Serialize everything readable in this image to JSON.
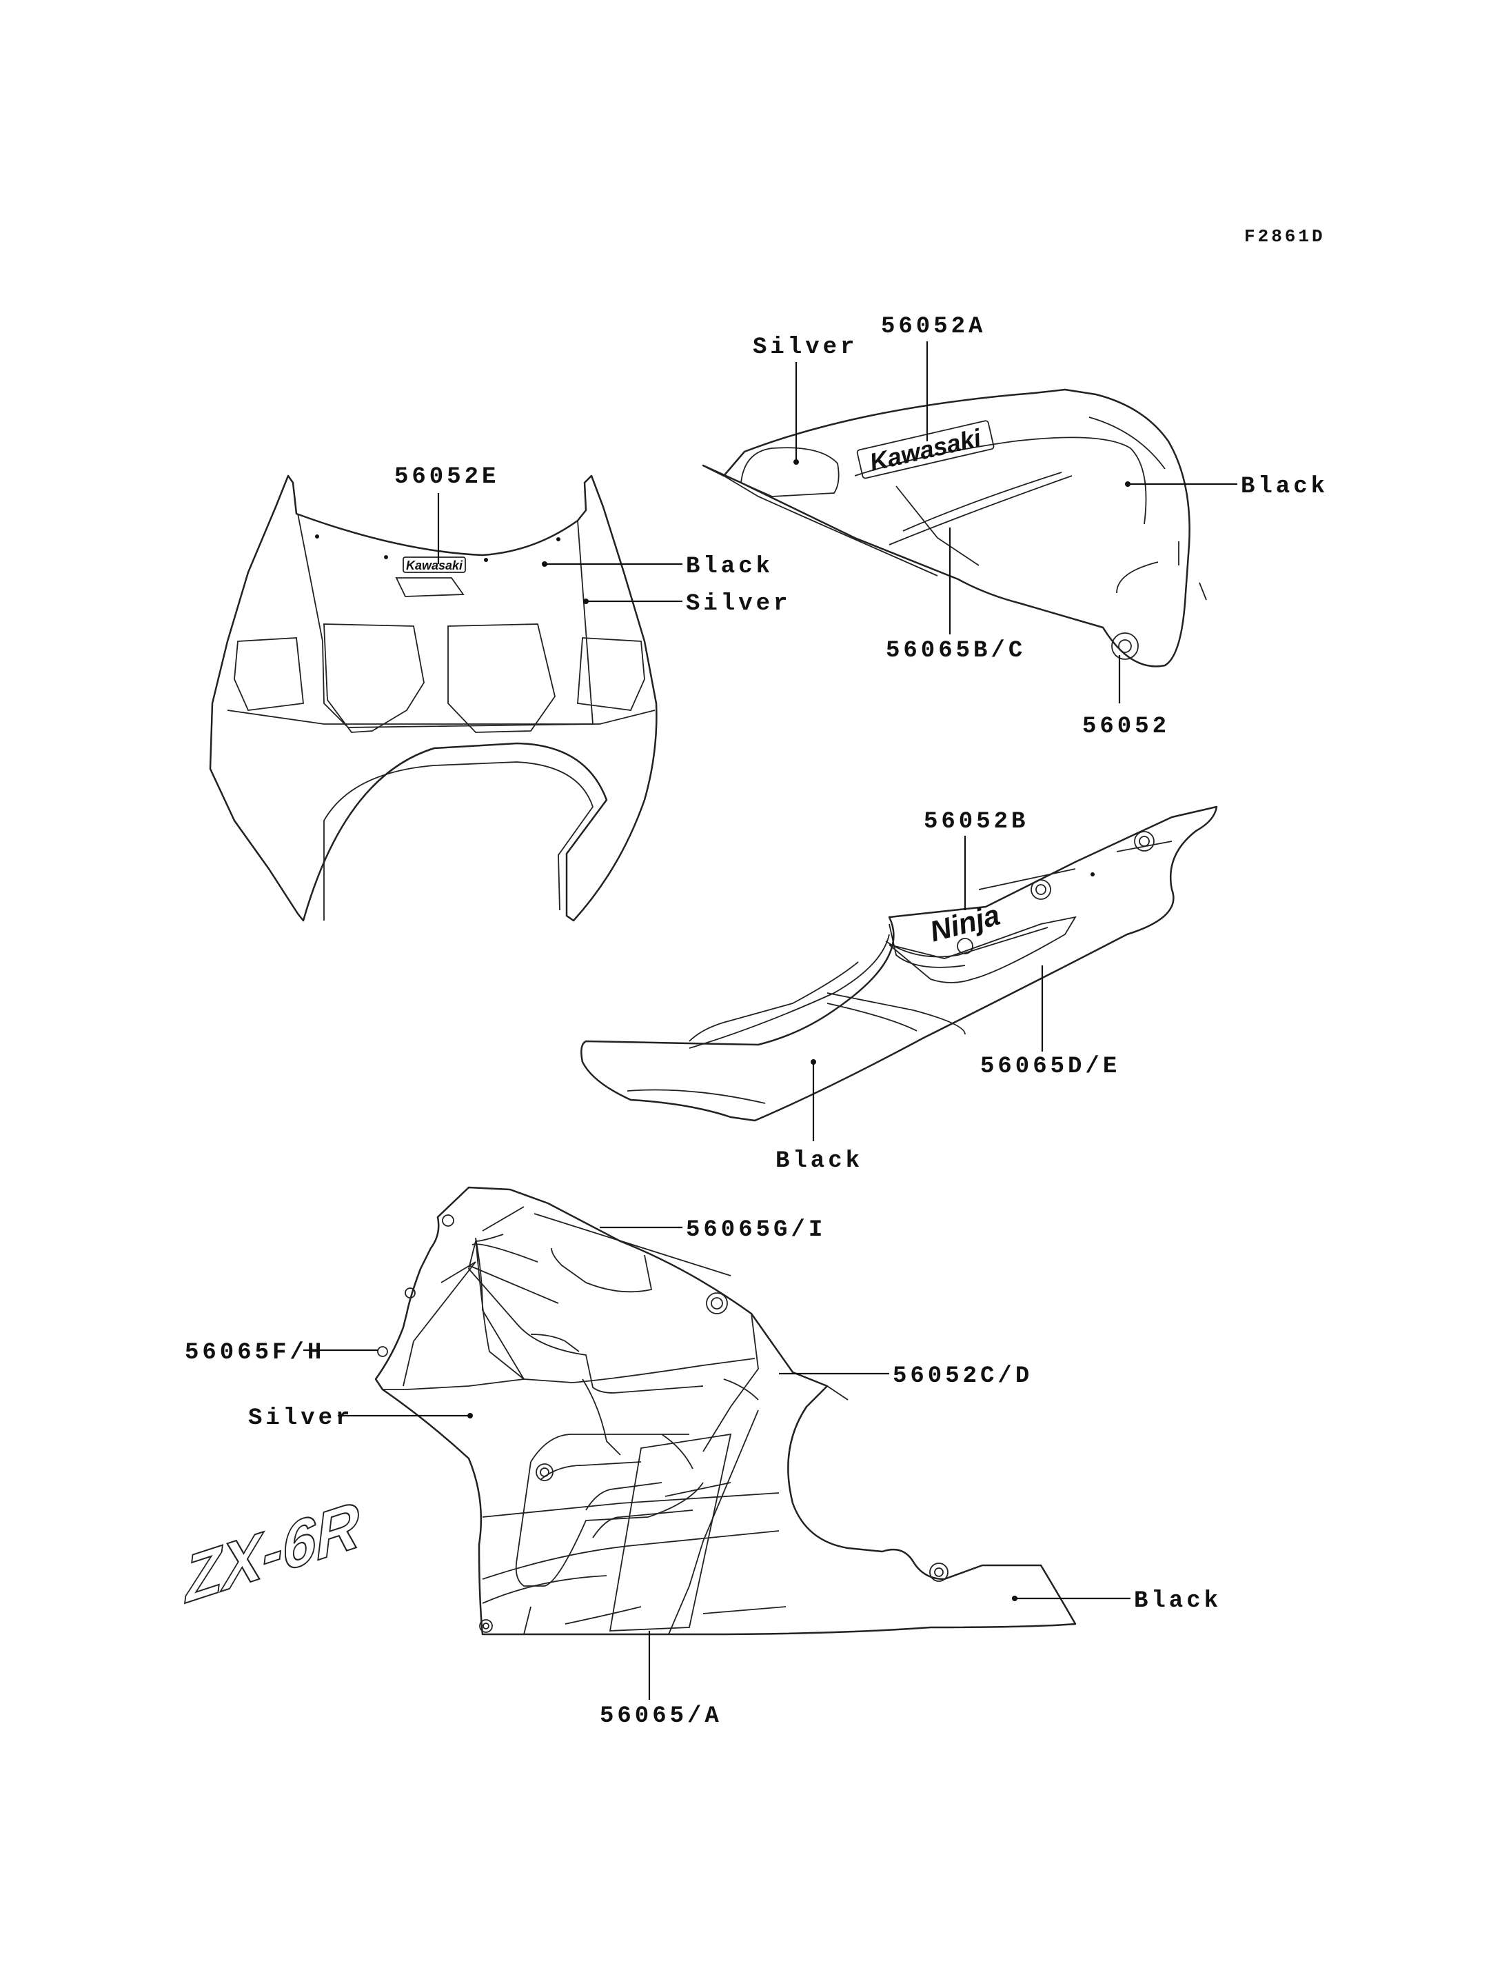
{
  "figure_code": "F2861D",
  "colors": {
    "line": "#222222",
    "background": "#ffffff"
  },
  "logos": {
    "tank_brand": "Kawasaki",
    "cowl_brand": "Kawasaki",
    "tail_brand": "Ninja",
    "side_model": "ZX-6R"
  },
  "callouts": {
    "cowl_part": "56052E",
    "cowl_black": "Black",
    "cowl_silver": "Silver",
    "tank_silver": "Silver",
    "tank_part": "56052A",
    "tank_black": "Black",
    "tank_stripe": "56065B/C",
    "tank_cap": "56052",
    "tail_part": "56052B",
    "tail_stripe": "56065D/E",
    "tail_black": "Black",
    "side_gi": "56065G/I",
    "side_fh": "56065F/H",
    "side_cd": "56052C/D",
    "side_silver": "Silver",
    "side_black": "Black",
    "side_a": "56065/A"
  }
}
